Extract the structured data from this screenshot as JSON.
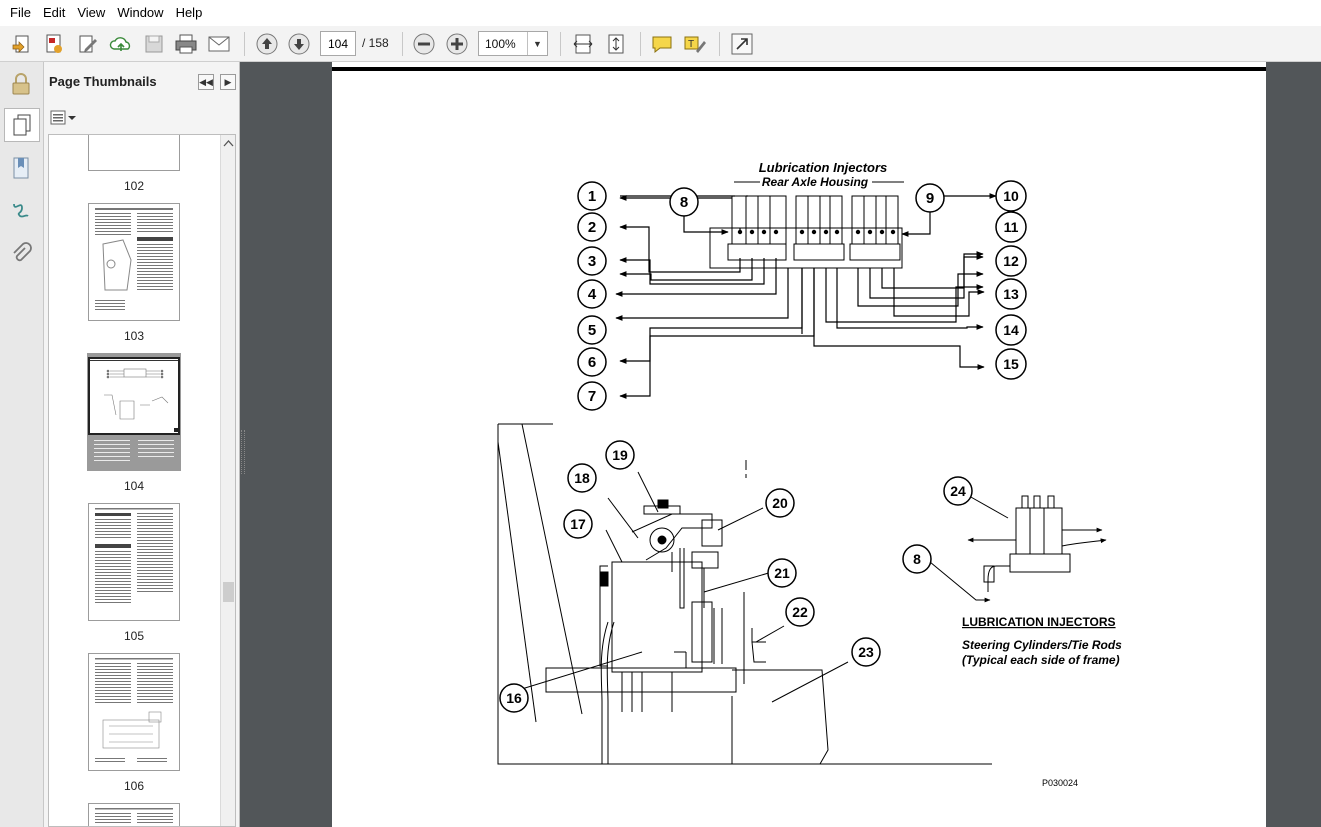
{
  "menu": [
    "File",
    "Edit",
    "View",
    "Window",
    "Help"
  ],
  "toolbar": {
    "current_page": "104",
    "total_pages": "/ 158",
    "zoom": "100%"
  },
  "panel": {
    "title": "Page Thumbnails",
    "thumbnails": [
      {
        "label": "102"
      },
      {
        "label": "103"
      },
      {
        "label": "104",
        "selected": true
      },
      {
        "label": "105"
      },
      {
        "label": "106"
      }
    ]
  },
  "diagram": {
    "title": "Lubrication Injectors",
    "subtitle": "Rear Axle Housing",
    "callouts": [
      "1",
      "2",
      "3",
      "4",
      "5",
      "6",
      "7",
      "8",
      "9",
      "10",
      "11",
      "12",
      "13",
      "14",
      "15",
      "16",
      "17",
      "18",
      "19",
      "20",
      "21",
      "22",
      "23",
      "24"
    ],
    "callout_8_secondary": "8",
    "injector_heading": "LUBRICATION INJECTORS",
    "injector_caption_1": "Steering Cylinders/Tie Rods",
    "injector_caption_2": "(Typical each side of frame)",
    "figure_id": "P030024"
  },
  "colors": {
    "doc_background": "#525659",
    "toolbar": "#f3f3f3",
    "panel": "#f4f4f4"
  }
}
